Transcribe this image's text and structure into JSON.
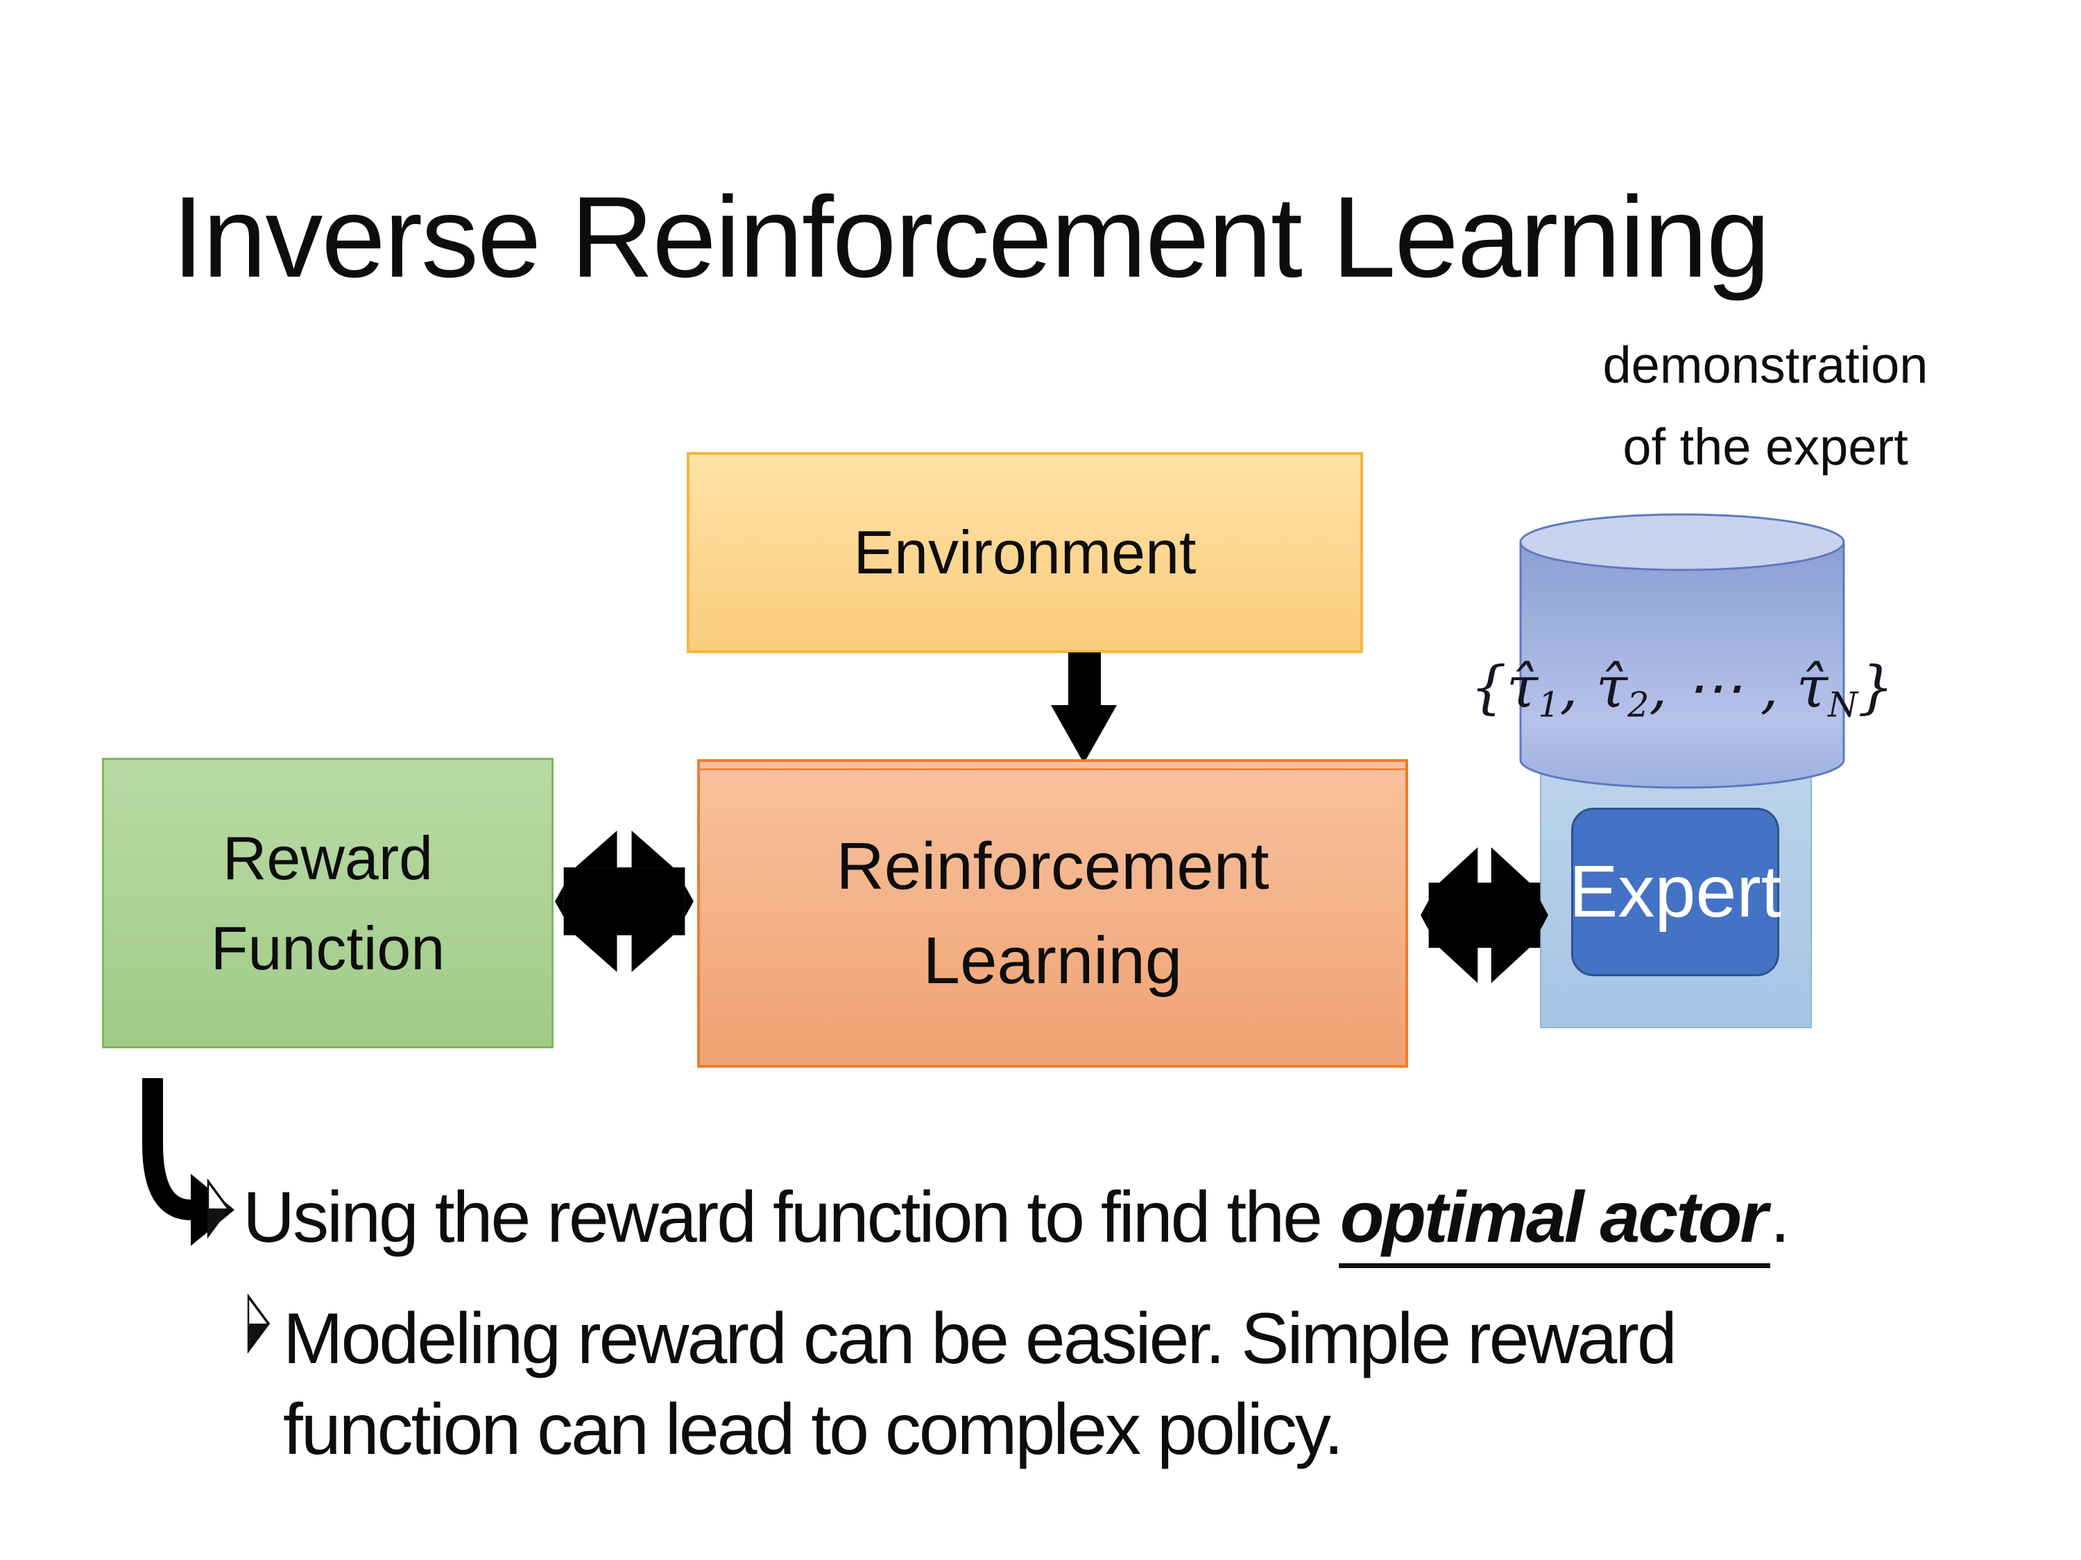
{
  "slide": {
    "title": "Inverse Reinforcement Learning",
    "demo_label": {
      "line1": "demonstration",
      "line2": "of the expert"
    },
    "boxes": {
      "environment": {
        "label": "Environment"
      },
      "reward_function": {
        "line1": "Reward",
        "line2": "Function"
      },
      "reinforcement_learning": {
        "line1": "Reinforcement",
        "line2": "Learning"
      },
      "expert": {
        "label": "Expert"
      }
    },
    "trajectory_set": {
      "open": "{",
      "tau1": "τ̂",
      "sub1": "1",
      "sep1": ", ",
      "tau2": "τ̂",
      "sub2": "2",
      "dots": ", ⋯ , ",
      "tauN": "τ̂",
      "subN": "N",
      "close": "}"
    },
    "bullets": [
      {
        "pre": "Using the reward function to find the ",
        "emphasis": "optimal actor",
        "post": "."
      },
      {
        "line1": "Modeling reward can be easier. Simple reward",
        "line2": "function can lead to complex policy."
      }
    ],
    "colors": {
      "environment_fill_top": "#FFE2A6",
      "environment_fill_bottom": "#FACC7E",
      "environment_border": "#F3B73C",
      "reward_fill_top": "#B9DAA4",
      "reward_fill_bottom": "#A1CC89",
      "reward_border": "#7FB45F",
      "rl_fill_top": "#F8C29E",
      "rl_fill_bottom": "#F0A273",
      "rl_border": "#ED7D31",
      "expert_panel_fill_top": "#C6DAEF",
      "expert_panel_fill_bottom": "#A5C5E4",
      "expert_panel_border": "#8FB3DB",
      "expert_fill": "#4472C4",
      "expert_border": "#2F528F",
      "expert_text": "#FFFFFF",
      "cylinder_body_top": "#8C9FD3",
      "cylinder_body_bottom": "#B5C2EA",
      "cylinder_ellipse": "#C9D3EE",
      "cylinder_border": "#5D79C0",
      "arrow_black": "#000000",
      "text_black": "#0D0D0D"
    }
  }
}
